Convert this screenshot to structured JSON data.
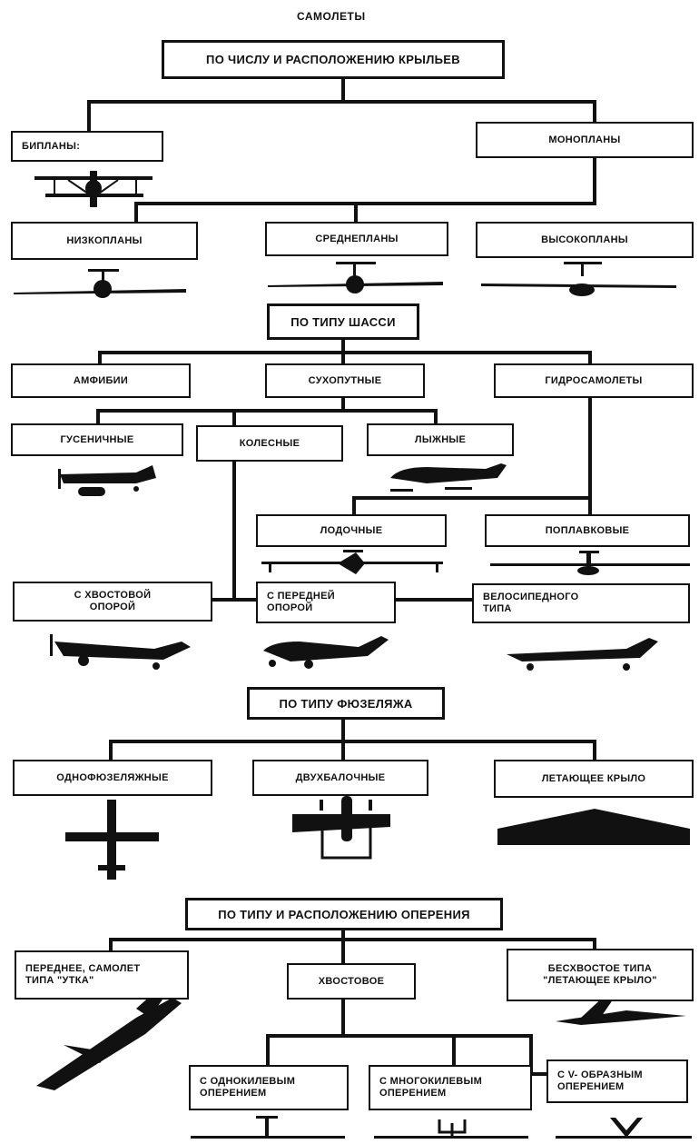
{
  "title": "САМОЛЕТЫ",
  "sections": {
    "wings": {
      "header": "ПО ЧИСЛУ И РАСПОЛОЖЕНИЮ КРЫЛЬЕВ",
      "biplanes": "БИПЛАНЫ:",
      "monoplanes": "МОНОПЛАНЫ",
      "low_wing": "НИЗКОПЛАНЫ",
      "mid_wing": "СРЕДНЕПЛАНЫ",
      "high_wing": "ВЫСОКОПЛАНЫ"
    },
    "landing_gear": {
      "header": "ПО ТИПУ ШАССИ",
      "amphibians": "АМФИБИИ",
      "land": "СУХОПУТНЫЕ",
      "seaplanes": "ГИДРОСАМОЛЕТЫ",
      "tracked": "ГУСЕНИЧНЫЕ",
      "wheeled": "КОЛЕСНЫЕ",
      "ski": "ЛЫЖНЫЕ",
      "flying_boat": "ЛОДОЧНЫЕ",
      "float": "ПОПЛАВКОВЫЕ",
      "tail_wheel": "С ХВОСТОВОЙ\nОПОРОЙ",
      "nose_wheel": "С ПЕРЕДНЕЙ\nОПОРОЙ",
      "bicycle": "ВЕЛОСИПЕДНОГО\nТИПА"
    },
    "fuselage": {
      "header": "ПО ТИПУ ФЮЗЕЛЯЖА",
      "single_fuselage": "ОДНОФЮЗЕЛЯЖНЫЕ",
      "twin_boom": "ДВУХБАЛОЧНЫЕ",
      "flying_wing": "ЛЕТАЮЩЕЕ КРЫЛО"
    },
    "tail": {
      "header": "ПО ТИПУ И РАСПОЛОЖЕНИЮ ОПЕРЕНИЯ",
      "canard": "ПЕРЕДНЕЕ, САМОЛЕТ\nТИПА \"УТКА\"",
      "tail_type": "ХВОСТОВОЕ",
      "tailless": "БЕСХВОСТОЕ ТИПА\n\"ЛЕТАЮЩЕЕ КРЫЛО\"",
      "single_fin": "С ОДНОКИЛЕВЫМ\nОПЕРЕНИЕМ",
      "multi_fin": "С МНОГОКИЛЕВЫМ\nОПЕРЕНИЕМ",
      "v_tail": "С V- ОБРАЗНЫМ\nОПЕРЕНИЕМ"
    }
  }
}
